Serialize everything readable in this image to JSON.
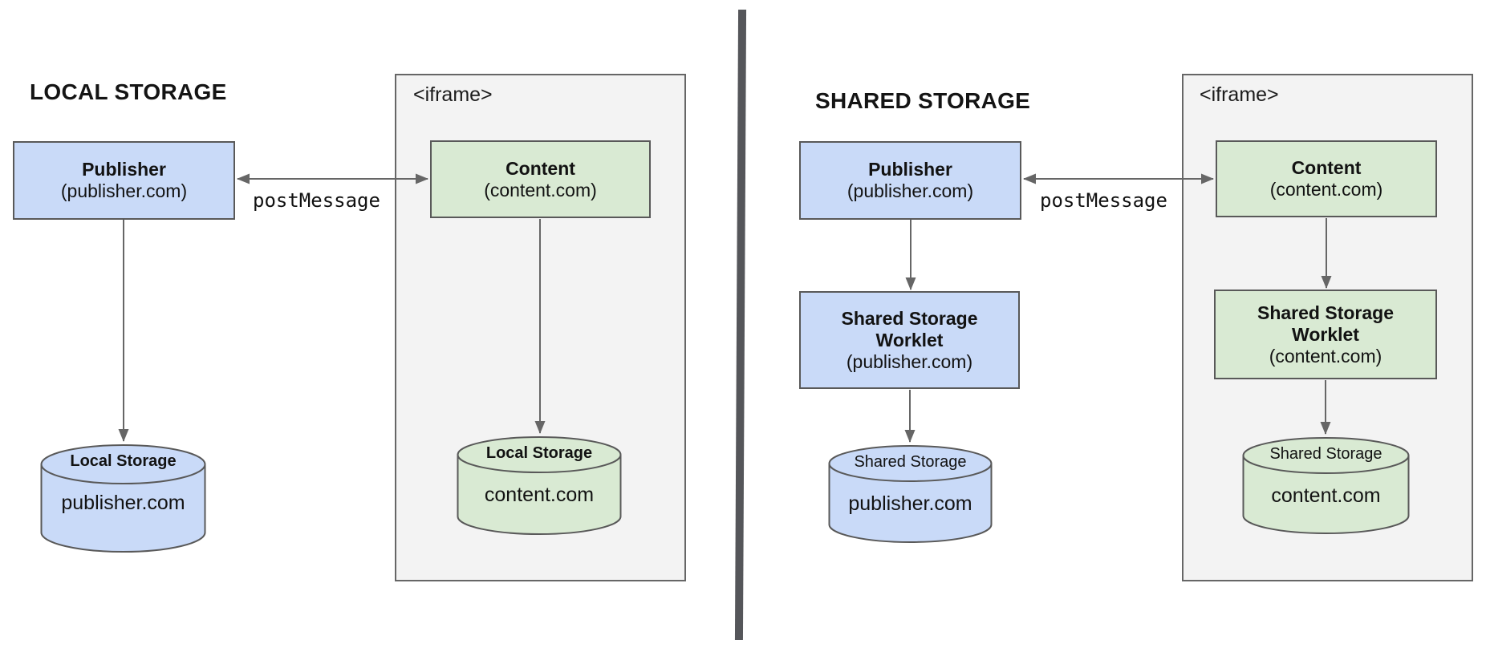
{
  "left": {
    "title": "LOCAL STORAGE",
    "iframe_label": "<iframe>",
    "post_message_label": "postMessage",
    "publisher_box": {
      "title": "Publisher",
      "subtitle": "(publisher.com)"
    },
    "content_box": {
      "title": "Content",
      "subtitle": "(content.com)"
    },
    "publisher_storage": {
      "label": "Local Storage",
      "origin": "publisher.com"
    },
    "content_storage": {
      "label": "Local Storage",
      "origin": "content.com"
    }
  },
  "right": {
    "title": "SHARED STORAGE",
    "iframe_label": "<iframe>",
    "post_message_label": "postMessage",
    "publisher_box": {
      "title": "Publisher",
      "subtitle": "(publisher.com)"
    },
    "content_box": {
      "title": "Content",
      "subtitle": "(content.com)"
    },
    "publisher_worklet": {
      "line1": "Shared Storage",
      "line2": "Worklet",
      "subtitle": "(publisher.com)"
    },
    "content_worklet": {
      "line1": "Shared Storage",
      "line2": "Worklet",
      "subtitle": "(content.com)"
    },
    "publisher_storage": {
      "label": "Shared Storage",
      "origin": "publisher.com"
    },
    "content_storage": {
      "label": "Shared Storage",
      "origin": "content.com"
    }
  },
  "colors": {
    "publisher_fill": "#c9daf8",
    "content_fill": "#d9ead3",
    "iframe_fill": "#f3f3f3",
    "box_border": "#595959",
    "arrow": "#666666",
    "divider": "#55565a"
  }
}
